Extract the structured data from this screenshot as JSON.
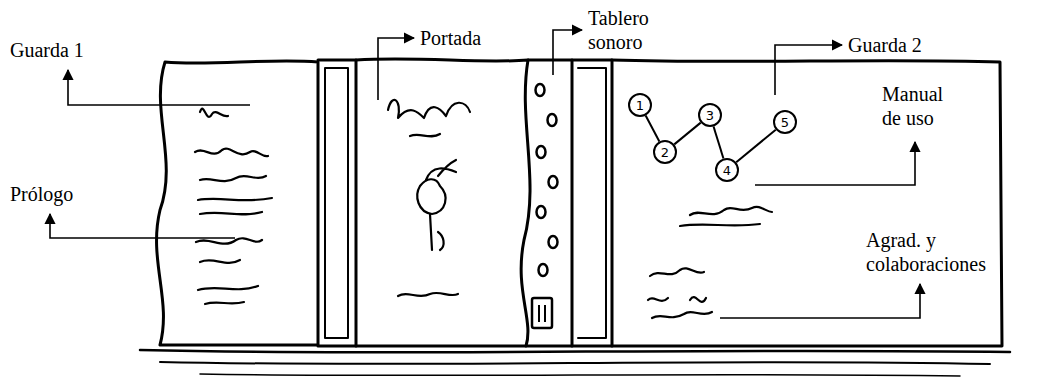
{
  "diagram": {
    "nodes": [
      {
        "text": [
          "1"
        ]
      },
      {
        "text": [
          "2"
        ]
      },
      {
        "text": [
          "3"
        ]
      },
      {
        "text": [
          "4"
        ]
      },
      {
        "text": [
          "5"
        ]
      }
    ],
    "edges": [
      {
        "from": 0,
        "to": 1,
        "arrow": "none"
      },
      {
        "from": 1,
        "to": 2,
        "arrow": "none"
      },
      {
        "from": 2,
        "to": 3,
        "arrow": "none"
      },
      {
        "from": 3,
        "to": 4,
        "arrow": "none"
      }
    ],
    "labels": [
      "Guarda 1",
      "Portada",
      "Tablero sonoro",
      "Guarda 2",
      "Manual de uso",
      "Prólogo",
      "Agrad. y colaboraciones"
    ]
  }
}
